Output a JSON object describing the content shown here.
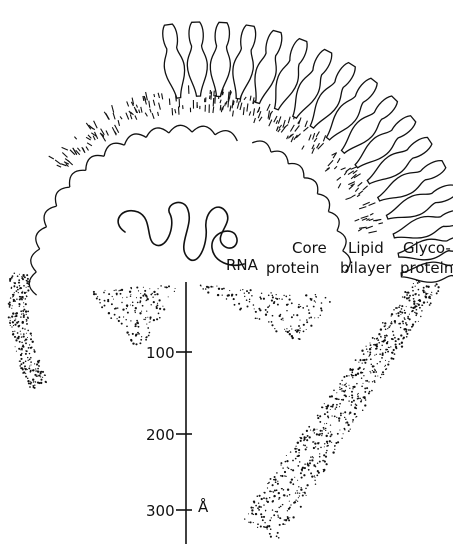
{
  "labels": {
    "rna": "RNA",
    "core_line1": "Core",
    "core_line2": "protein",
    "lipid_line1": "Lipid",
    "lipid_line2": "bilayer",
    "glyco_line1": "Glyco-",
    "glyco_line2": "protein"
  },
  "scale": {
    "ticks": [
      "100",
      "200",
      "300"
    ],
    "unit": "Å"
  },
  "colors": {
    "ink": "#111111",
    "background": "#ffffff"
  }
}
